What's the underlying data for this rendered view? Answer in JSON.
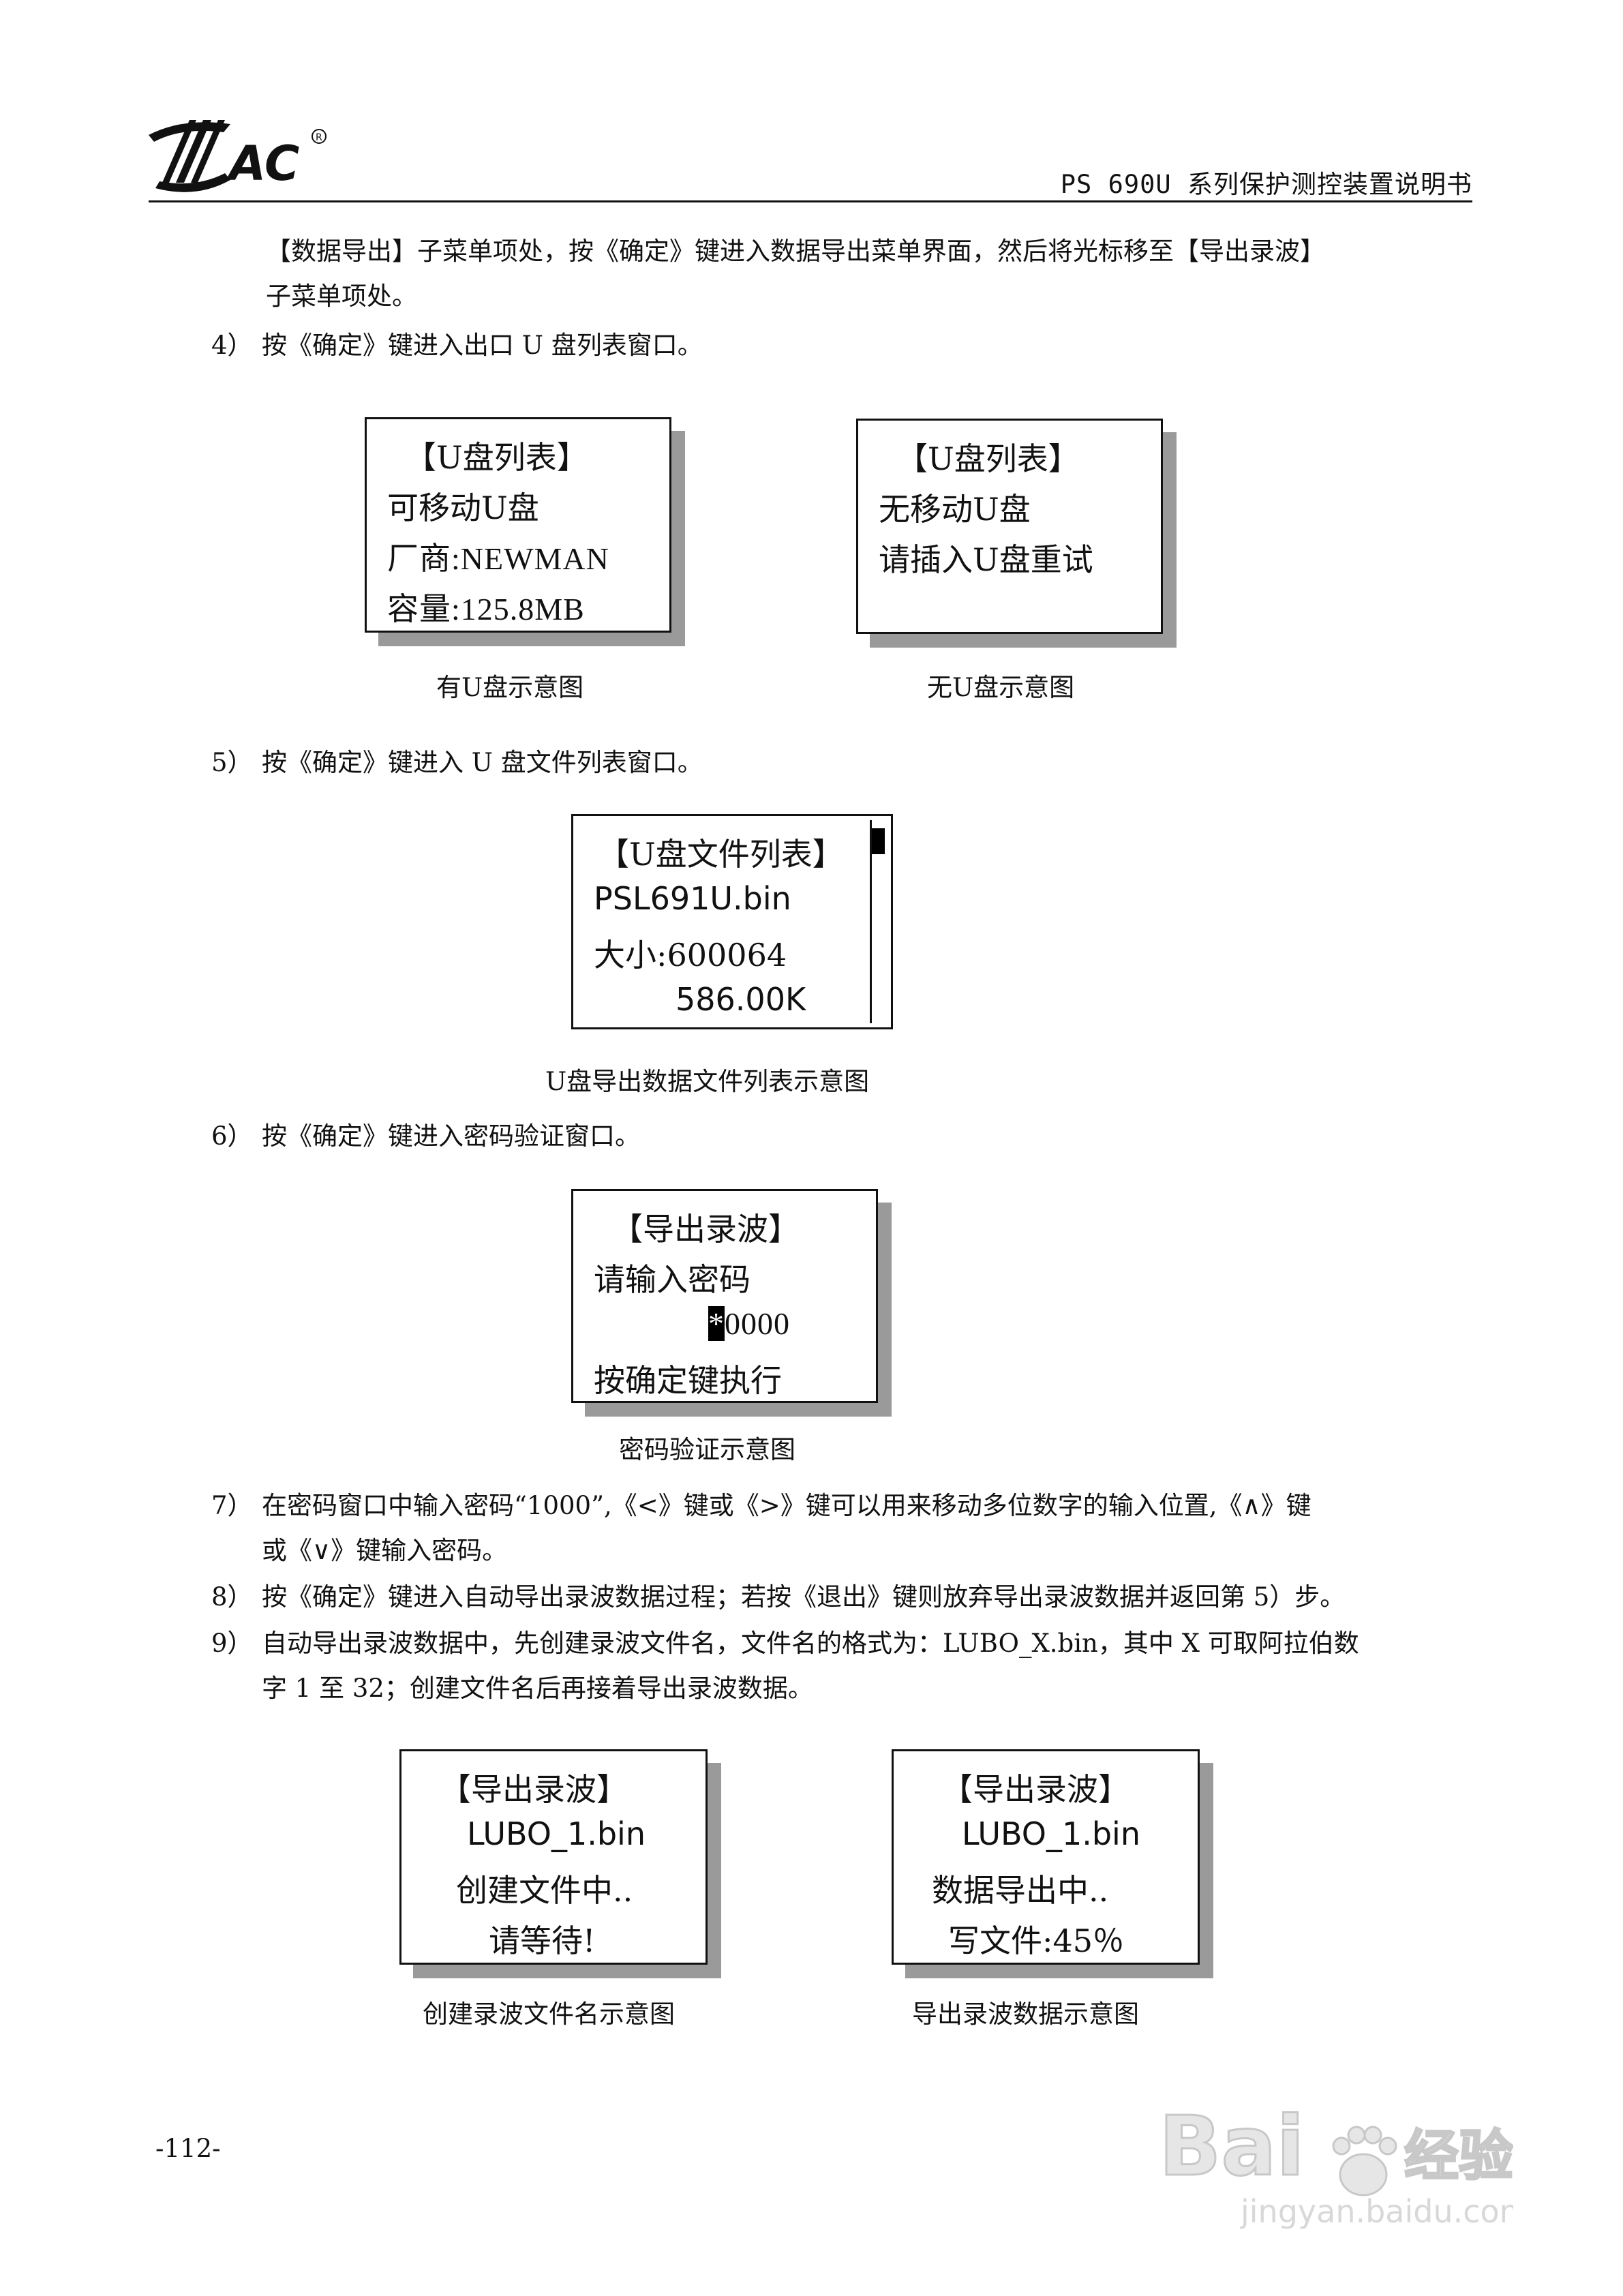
{
  "header": {
    "logo_text": "SAC",
    "title": "PS 690U 系列保护测控装置说明书"
  },
  "intro": {
    "line1": "【数据导出】子菜单项处，按《确定》键进入数据导出菜单界面，然后将光标移至【导出录波】",
    "line2": "子菜单项处。"
  },
  "steps": {
    "s4": {
      "num": "4）",
      "text": "按《确定》键进入出口 U 盘列表窗口。"
    },
    "s5": {
      "num": "5）",
      "text": "按《确定》键进入 U 盘文件列表窗口。"
    },
    "s6": {
      "num": "6）",
      "text": "按《确定》键进入密码验证窗口。"
    },
    "s7": {
      "num": "7）",
      "line1": "在密码窗口中输入密码“1000”,《<》键或《>》键可以用来移动多位数字的输入位置,《∧》键",
      "line2": "或《∨》键输入密码。"
    },
    "s8": {
      "num": "8）",
      "text": "按《确定》键进入自动导出录波数据过程；若按《退出》键则放弃导出录波数据并返回第 5）步。"
    },
    "s9": {
      "num": "9）",
      "line1": "自动导出录波数据中，先创建录波文件名，文件名的格式为：LUBO_X.bin，其中 X 可取阿拉伯数",
      "line2": "字 1 至 32；创建文件名后再接着导出录波数据。"
    }
  },
  "screens": {
    "udisk_present": {
      "title": "【U盘列表】",
      "line1": "可移动U盘",
      "line2": "厂商:NEWMAN",
      "line3": "容量:125.8MB",
      "caption": "有U盘示意图"
    },
    "udisk_absent": {
      "title": "【U盘列表】",
      "line1": "无移动U盘",
      "line2": "请插入U盘重试",
      "caption": "无U盘示意图"
    },
    "file_list": {
      "title": "【U盘文件列表】",
      "line1": "PSL691U.bin",
      "line2": "大小:600064",
      "line3": "586.00K",
      "caption": "U盘导出数据文件列表示意图"
    },
    "password": {
      "title": "【导出录波】",
      "line1": "请输入密码",
      "cursor": "*",
      "digits": "0000",
      "line3": "按确定键执行",
      "caption": "密码验证示意图"
    },
    "create_file": {
      "title": "【导出录波】",
      "line1": "LUBO_1.bin",
      "line2": "创建文件中..",
      "line3": "请等待!",
      "caption": "创建录波文件名示意图"
    },
    "export_data": {
      "title": "【导出录波】",
      "line1": "LUBO_1.bin",
      "line2": "数据导出中..",
      "line3": "写文件:45％",
      "caption": "导出录波数据示意图"
    }
  },
  "footer": {
    "page_number": "-112-"
  },
  "watermark": {
    "brand": "Bai du 经验",
    "url": "jingyan.baidu.com"
  }
}
